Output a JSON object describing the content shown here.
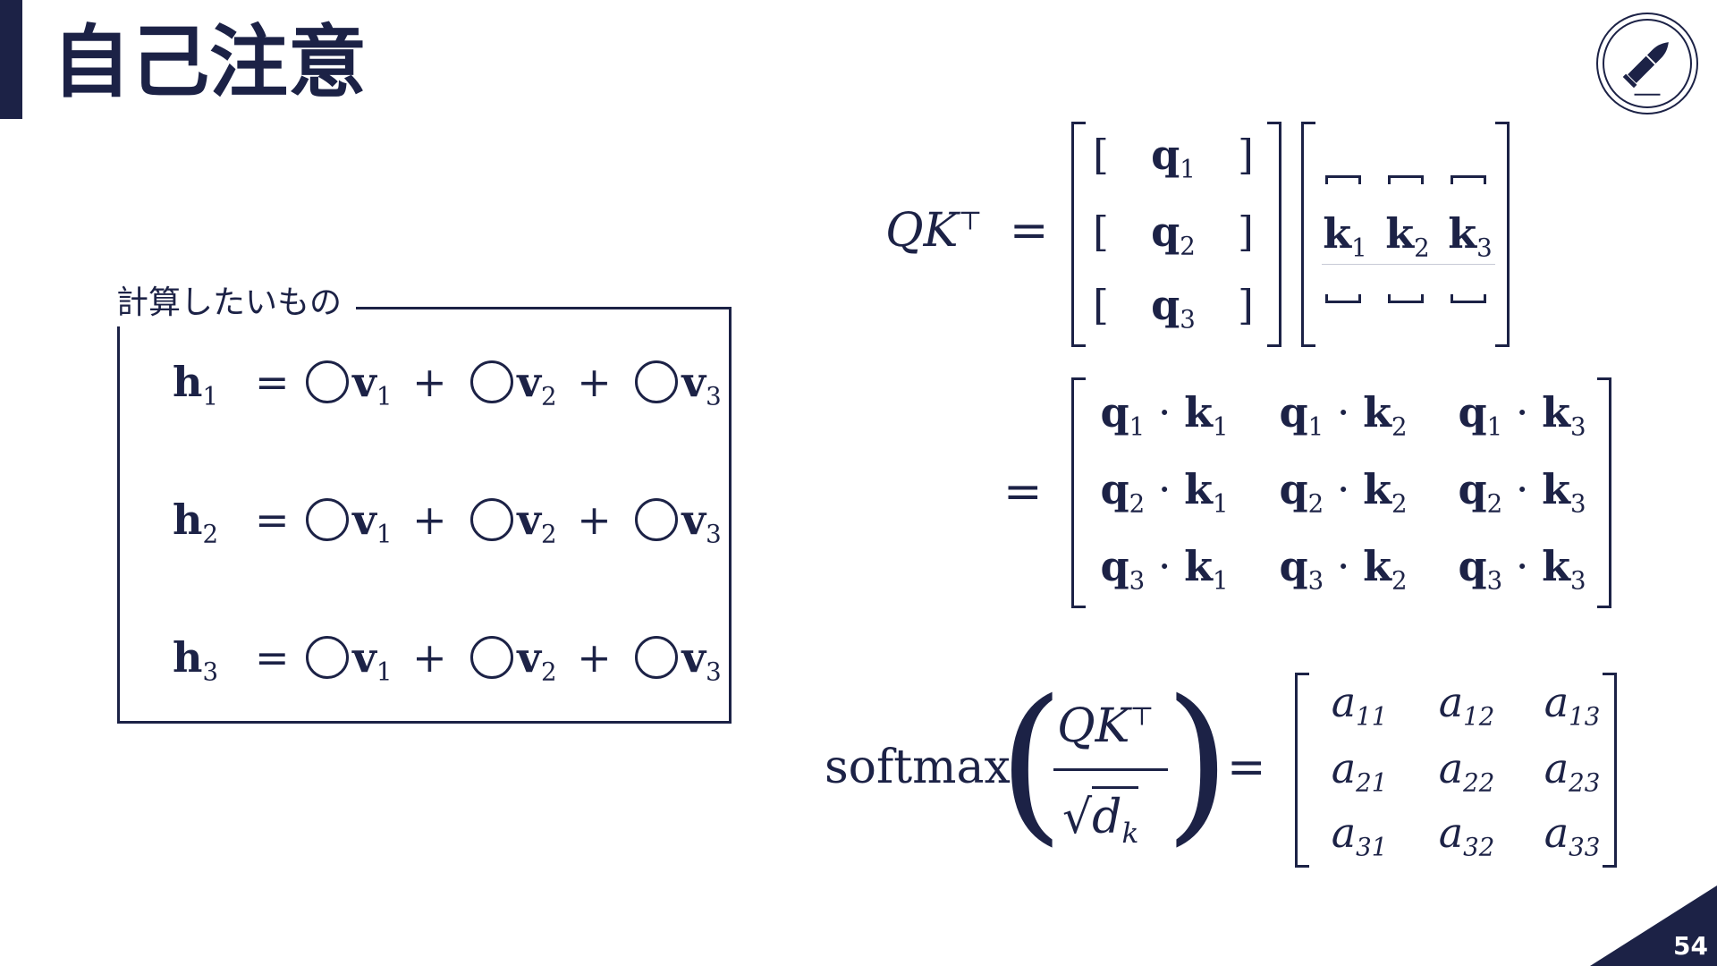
{
  "slide": {
    "title": "自己注意",
    "page_number": "54"
  },
  "box": {
    "label": "計算したいもの",
    "rows": [
      {
        "lhs_var": "h",
        "lhs_sub": "1",
        "equals": "=",
        "terms": [
          {
            "var": "v",
            "sub": "1"
          },
          {
            "var": "v",
            "sub": "2"
          },
          {
            "var": "v",
            "sub": "3"
          }
        ],
        "plus": "+"
      },
      {
        "lhs_var": "h",
        "lhs_sub": "2",
        "equals": "=",
        "terms": [
          {
            "var": "v",
            "sub": "1"
          },
          {
            "var": "v",
            "sub": "2"
          },
          {
            "var": "v",
            "sub": "3"
          }
        ],
        "plus": "+"
      },
      {
        "lhs_var": "h",
        "lhs_sub": "3",
        "equals": "=",
        "terms": [
          {
            "var": "v",
            "sub": "1"
          },
          {
            "var": "v",
            "sub": "2"
          },
          {
            "var": "v",
            "sub": "3"
          }
        ],
        "plus": "+"
      }
    ]
  },
  "qk": {
    "lhs_q": "Q",
    "lhs_k": "K",
    "lhs_sup": "⊤",
    "equals": "=",
    "q_rows": [
      {
        "open": "[",
        "var": "q",
        "sub": "1",
        "close": "]"
      },
      {
        "open": "[",
        "var": "q",
        "sub": "2",
        "close": "]"
      },
      {
        "open": "[",
        "var": "q",
        "sub": "3",
        "close": "]"
      }
    ],
    "k_cols": [
      {
        "var": "k",
        "sub": "1"
      },
      {
        "var": "k",
        "sub": "2"
      },
      {
        "var": "k",
        "sub": "3"
      }
    ]
  },
  "dot_matrix": {
    "equals": "=",
    "dot": "·",
    "rows": [
      [
        {
          "q": "q",
          "qs": "1",
          "k": "k",
          "ks": "1"
        },
        {
          "q": "q",
          "qs": "1",
          "k": "k",
          "ks": "2"
        },
        {
          "q": "q",
          "qs": "1",
          "k": "k",
          "ks": "3"
        }
      ],
      [
        {
          "q": "q",
          "qs": "2",
          "k": "k",
          "ks": "1"
        },
        {
          "q": "q",
          "qs": "2",
          "k": "k",
          "ks": "2"
        },
        {
          "q": "q",
          "qs": "2",
          "k": "k",
          "ks": "3"
        }
      ],
      [
        {
          "q": "q",
          "qs": "3",
          "k": "k",
          "ks": "1"
        },
        {
          "q": "q",
          "qs": "3",
          "k": "k",
          "ks": "2"
        },
        {
          "q": "q",
          "qs": "3",
          "k": "k",
          "ks": "3"
        }
      ]
    ]
  },
  "softmax": {
    "func": "softmax",
    "open_paren": "(",
    "close_paren": ")",
    "num_q": "Q",
    "num_k": "K",
    "num_sup": "⊤",
    "sqrt_sign": "√",
    "den_var": "d",
    "den_sub": "k",
    "equals": "=",
    "rows": [
      [
        {
          "var": "a",
          "sub": "11"
        },
        {
          "var": "a",
          "sub": "12"
        },
        {
          "var": "a",
          "sub": "13"
        }
      ],
      [
        {
          "var": "a",
          "sub": "21"
        },
        {
          "var": "a",
          "sub": "22"
        },
        {
          "var": "a",
          "sub": "23"
        }
      ],
      [
        {
          "var": "a",
          "sub": "31"
        },
        {
          "var": "a",
          "sub": "32"
        },
        {
          "var": "a",
          "sub": "33"
        }
      ]
    ]
  },
  "icons": {
    "logo": "bullet-icon"
  },
  "colors": {
    "navy": "#1c2246",
    "background": "#ffffff"
  }
}
